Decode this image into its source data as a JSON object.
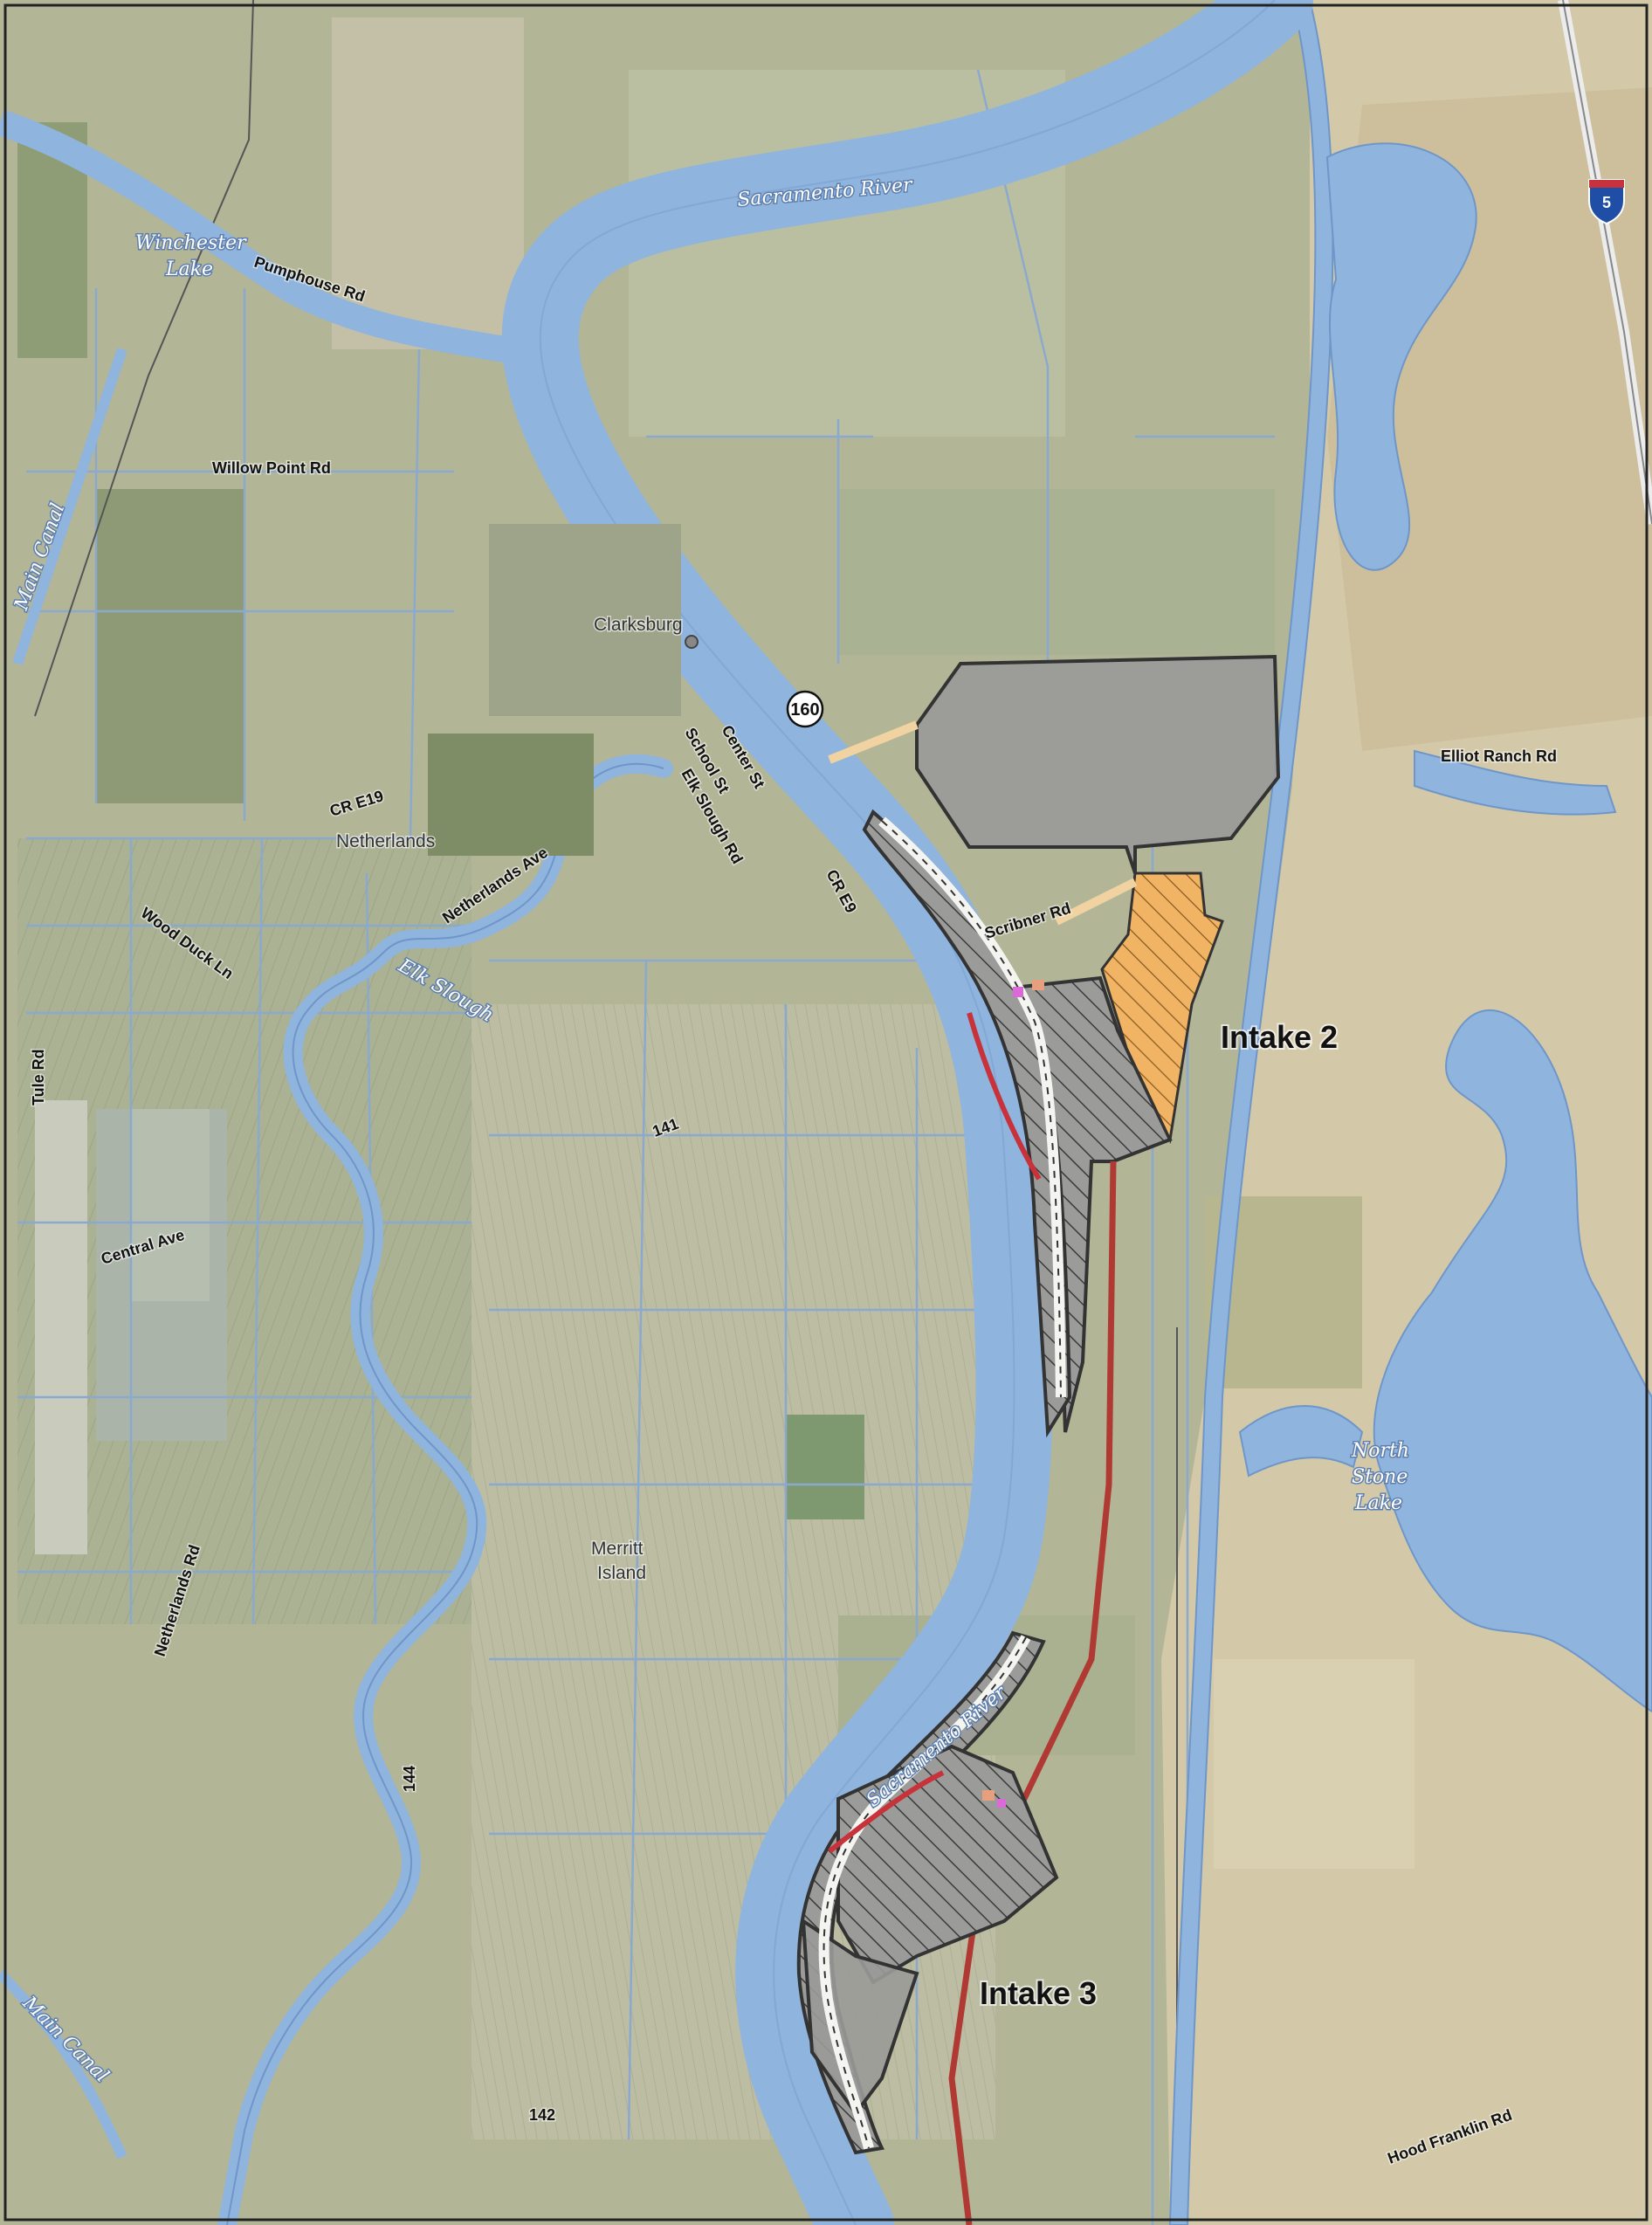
{
  "colors": {
    "water": "#8fb4de",
    "water_edge": "#6f96c8",
    "land_green": "#a8b08e",
    "land_tan": "#cfc5a5",
    "project_gray": "#9a9a98",
    "project_outline": "#333333",
    "intake_orange": "#f0b464",
    "tunnel_red": "#b03a33"
  },
  "water_labels": {
    "sacramento_river_north": "Sacramento River",
    "sacramento_river_south": "Sacramento River",
    "winchester_lake_1": "Winchester",
    "winchester_lake_2": "Lake",
    "main_canal_north": "Main Canal",
    "main_canal_south": "Main Canal",
    "elk_slough": "Elk Slough",
    "north_stone_lake_1": "North",
    "north_stone_lake_2": "Stone",
    "north_stone_lake_3": "Lake"
  },
  "roads": {
    "pumphouse_rd": "Pumphouse Rd",
    "willow_point_rd": "Willow Point Rd",
    "cr_e19": "CR E19",
    "netherlands_ave": "Netherlands Ave",
    "wood_duck_ln": "Wood Duck Ln",
    "tule_rd": "Tule Rd",
    "central_ave": "Central Ave",
    "netherlands_rd": "Netherlands Rd",
    "center_st": "Center St",
    "school_st": "School St",
    "elk_slough_rd": "Elk Slough Rd",
    "cr_e9": "CR E9",
    "scribner_rd": "Scribner Rd",
    "elliot_ranch_rd": "Elliot Ranch Rd",
    "hood_franklin_rd": "Hood Franklin Rd",
    "road_141": "141",
    "road_144": "144",
    "road_142": "142"
  },
  "places": {
    "clarksburg": "Clarksburg",
    "netherlands": "Netherlands",
    "merritt_island_1": "Merritt",
    "merritt_island_2": "Island"
  },
  "shields": {
    "state_route": "160",
    "interstate": "5"
  },
  "intakes": {
    "intake_2": "Intake 2",
    "intake_3": "Intake 3"
  }
}
